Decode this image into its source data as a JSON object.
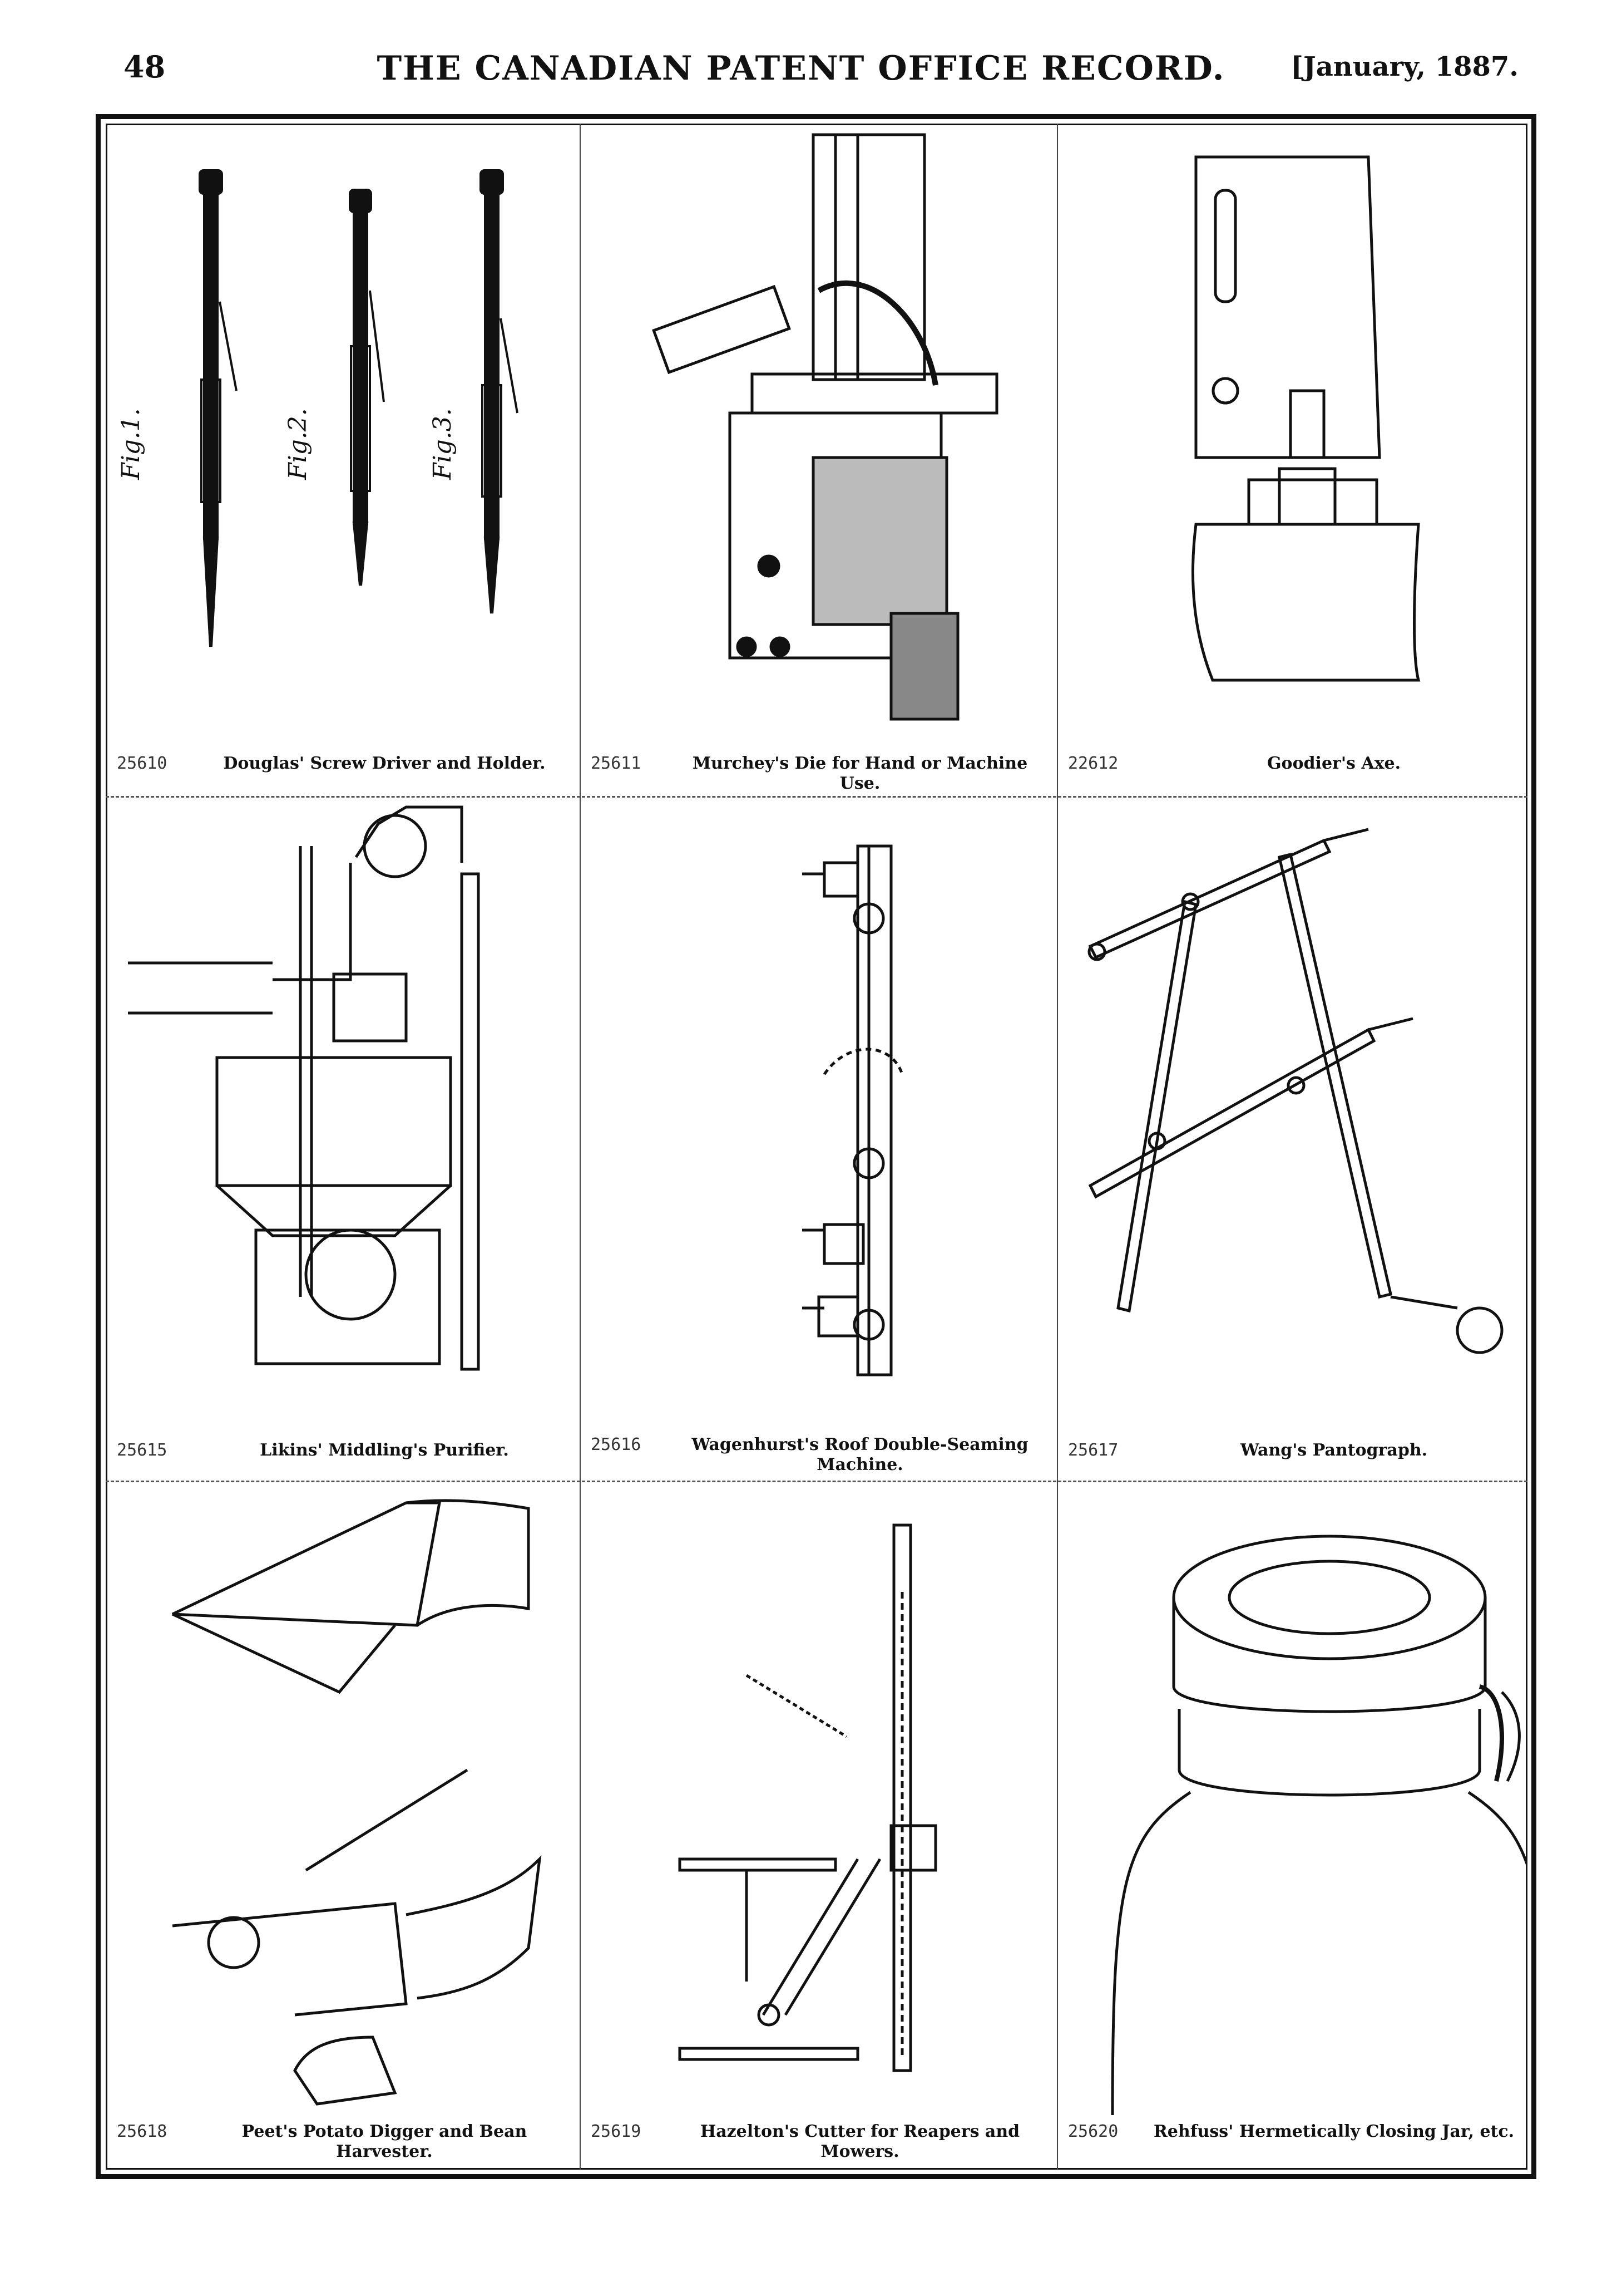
{
  "header": {
    "page_number": "48",
    "title": "THE CANADIAN PATENT OFFICE RECORD.",
    "date": "[January, 1887."
  },
  "patents": [
    {
      "number": "25610",
      "title": "Douglas' Screw Driver and Holder."
    },
    {
      "number": "25611",
      "title": "Murchey's Die for Hand or Machine Use."
    },
    {
      "number": "22612",
      "title": "Goodier's Axe."
    },
    {
      "number": "25615",
      "title": "Likins' Middling's Purifier."
    },
    {
      "number": "25616",
      "title": "Wagenhurst's Roof Double-Seaming Machine."
    },
    {
      "number": "25617",
      "title": "Wang's Pantograph."
    },
    {
      "number": "25618",
      "title": "Peet's Potato Digger and Bean Harvester."
    },
    {
      "number": "25619",
      "title": "Hazelton's Cutter for Reapers and Mowers."
    },
    {
      "number": "25620",
      "title": "Rehfuss' Hermetically Closing Jar, etc."
    }
  ],
  "figure_labels": {
    "fig1": "Fig.1.",
    "fig2": "Fig.2.",
    "fig3": "Fig.3."
  }
}
